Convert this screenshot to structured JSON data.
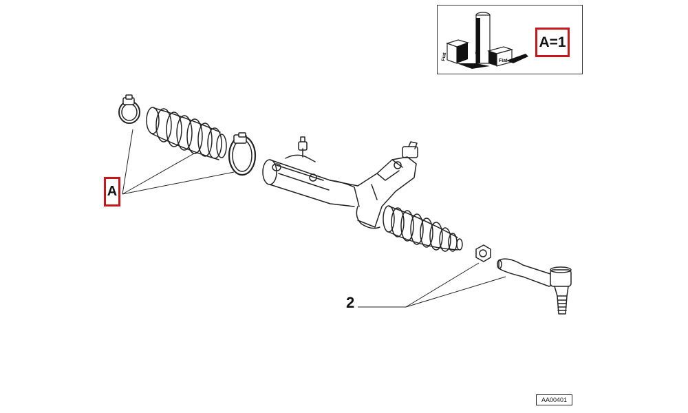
{
  "legend": {
    "quantity_text": "A=1",
    "can_text": "Fiat",
    "box_text": "Fiat",
    "tub_text": "Fiat"
  },
  "callouts": {
    "group_a": "A",
    "item_2": "2"
  },
  "reference_code": "AA00401",
  "colors": {
    "highlight_box": "#c8161d",
    "line_art": "#222222",
    "background": "#ffffff"
  }
}
